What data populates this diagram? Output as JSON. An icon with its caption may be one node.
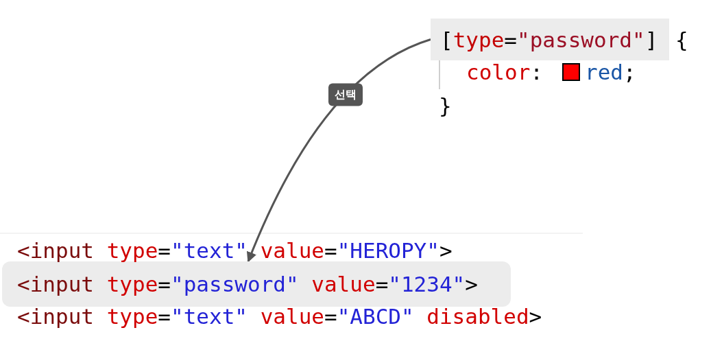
{
  "diagram": {
    "nodes": [
      {
        "text": [
          "[type=\"password\"]"
        ]
      },
      {
        "text": [
          "<input type=\"password\" value=\"1234\">"
        ]
      }
    ],
    "edges": [
      {
        "from": 0,
        "to": 1,
        "arrow": "to",
        "label": "선택"
      }
    ],
    "labels": [
      "{",
      "color:",
      "red;",
      "}",
      "<input type=\"text\" value=\"HEROPY\">",
      "<input type=\"text\" value=\"ABCD\" disabled>"
    ]
  }
}
